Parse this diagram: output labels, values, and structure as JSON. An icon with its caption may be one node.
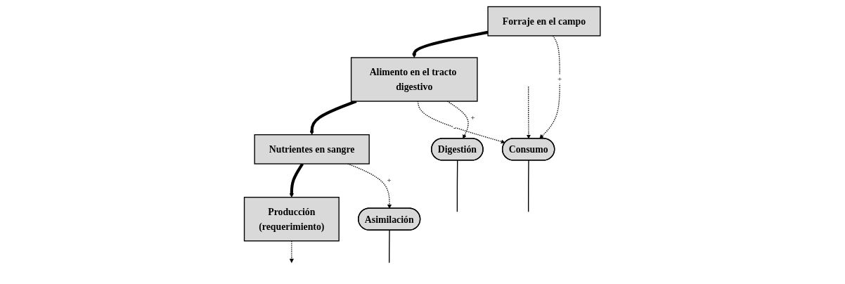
{
  "diagram": {
    "nodes": [
      {
        "text": [
          "Forraje en el campo"
        ]
      },
      {
        "text": [
          "Alimento en el tracto digestivo"
        ]
      },
      {
        "text": [
          "Nutrientes en sangre"
        ]
      },
      {
        "text": [
          "Producción",
          "(requerimiento)"
        ]
      },
      {
        "text": [
          "Consumo"
        ]
      },
      {
        "text": [
          "Digestión"
        ]
      },
      {
        "text": [
          "Asimilación"
        ]
      }
    ],
    "edges": [
      {
        "from": 0,
        "to": 1,
        "arrow": "to",
        "style": "thick"
      },
      {
        "from": 1,
        "to": 2,
        "arrow": "to",
        "style": "thick"
      },
      {
        "from": 2,
        "to": 3,
        "arrow": "to",
        "style": "thick"
      },
      {
        "from": 4,
        "to": null,
        "arrow": "none"
      },
      {
        "from": 5,
        "to": null,
        "arrow": "none"
      },
      {
        "from": 6,
        "to": null,
        "arrow": "none"
      },
      {
        "from": 0,
        "to": 4,
        "arrow": "to",
        "style": "dashed",
        "label": "+"
      },
      {
        "from": 1,
        "to": 4,
        "arrow": "to",
        "style": "dashed",
        "label": "-"
      },
      {
        "from": 1,
        "to": 5,
        "arrow": "to",
        "style": "dashed",
        "label": "+"
      },
      {
        "from": 2,
        "to": 6,
        "arrow": "to",
        "style": "dashed",
        "label": "+"
      },
      {
        "from": 3,
        "to": null,
        "arrow": "to",
        "style": "dashed"
      },
      {
        "from": null,
        "to": 4,
        "arrow": "to",
        "style": "dashed"
      }
    ]
  }
}
